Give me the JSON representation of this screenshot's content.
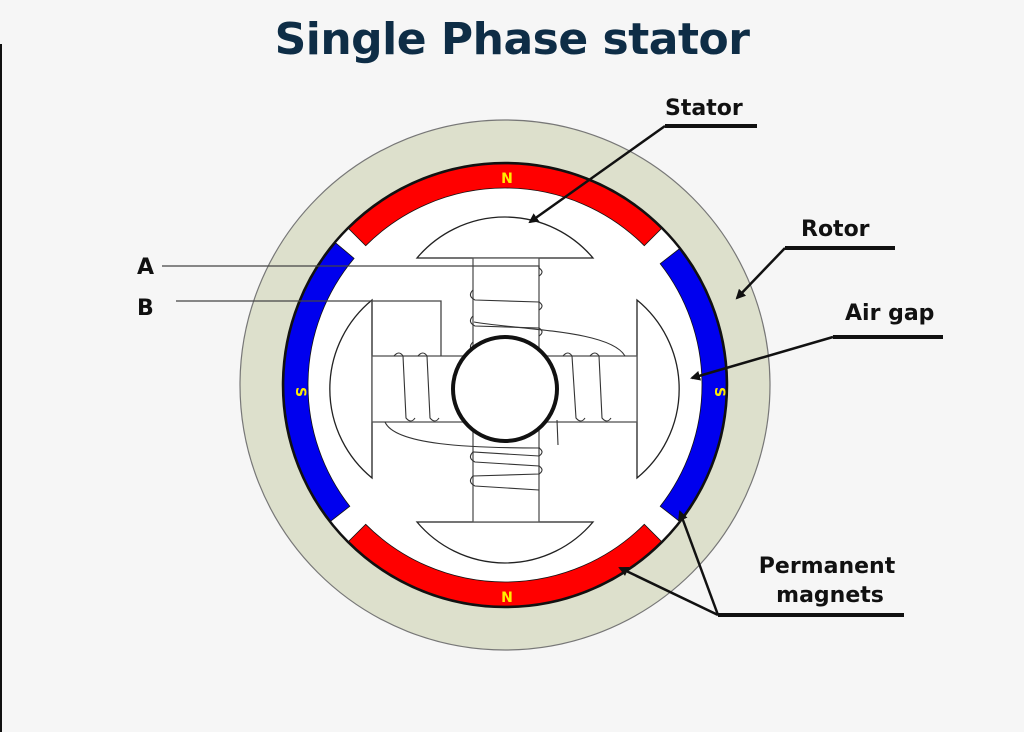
{
  "title": "Single Phase stator",
  "labels": {
    "stator": "Stator",
    "rotor": "Rotor",
    "air_gap": "Air gap",
    "permanent_magnets_line1": "Permanent",
    "permanent_magnets_line2": "magnets",
    "terminal_a": "A",
    "terminal_b": "B"
  },
  "poles": {
    "top": "N",
    "bottom": "N",
    "left": "S",
    "right": "S"
  },
  "colors": {
    "title": "#0e2d46",
    "rotor_ring": "#dde0cc",
    "north_magnet": "#ff0000",
    "south_magnet": "#0000ee",
    "pole_text": "#ffee00",
    "background": "#f6f6f6"
  }
}
